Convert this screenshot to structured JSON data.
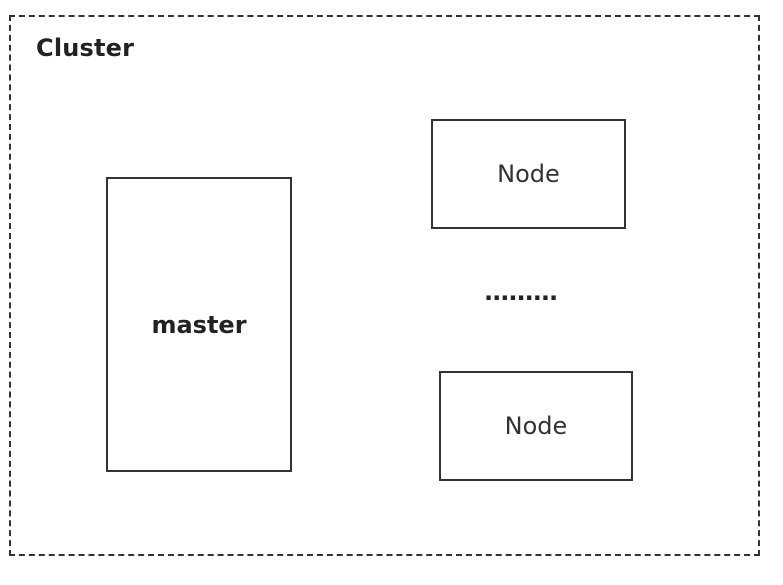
{
  "diagram": {
    "cluster_label": "Cluster",
    "master_label": "master",
    "nodes": [
      {
        "label": "Node"
      },
      {
        "label": "Node"
      }
    ],
    "ellipsis": "........."
  },
  "colors": {
    "stroke": "#333333",
    "text": "#222222",
    "background": "#ffffff"
  }
}
